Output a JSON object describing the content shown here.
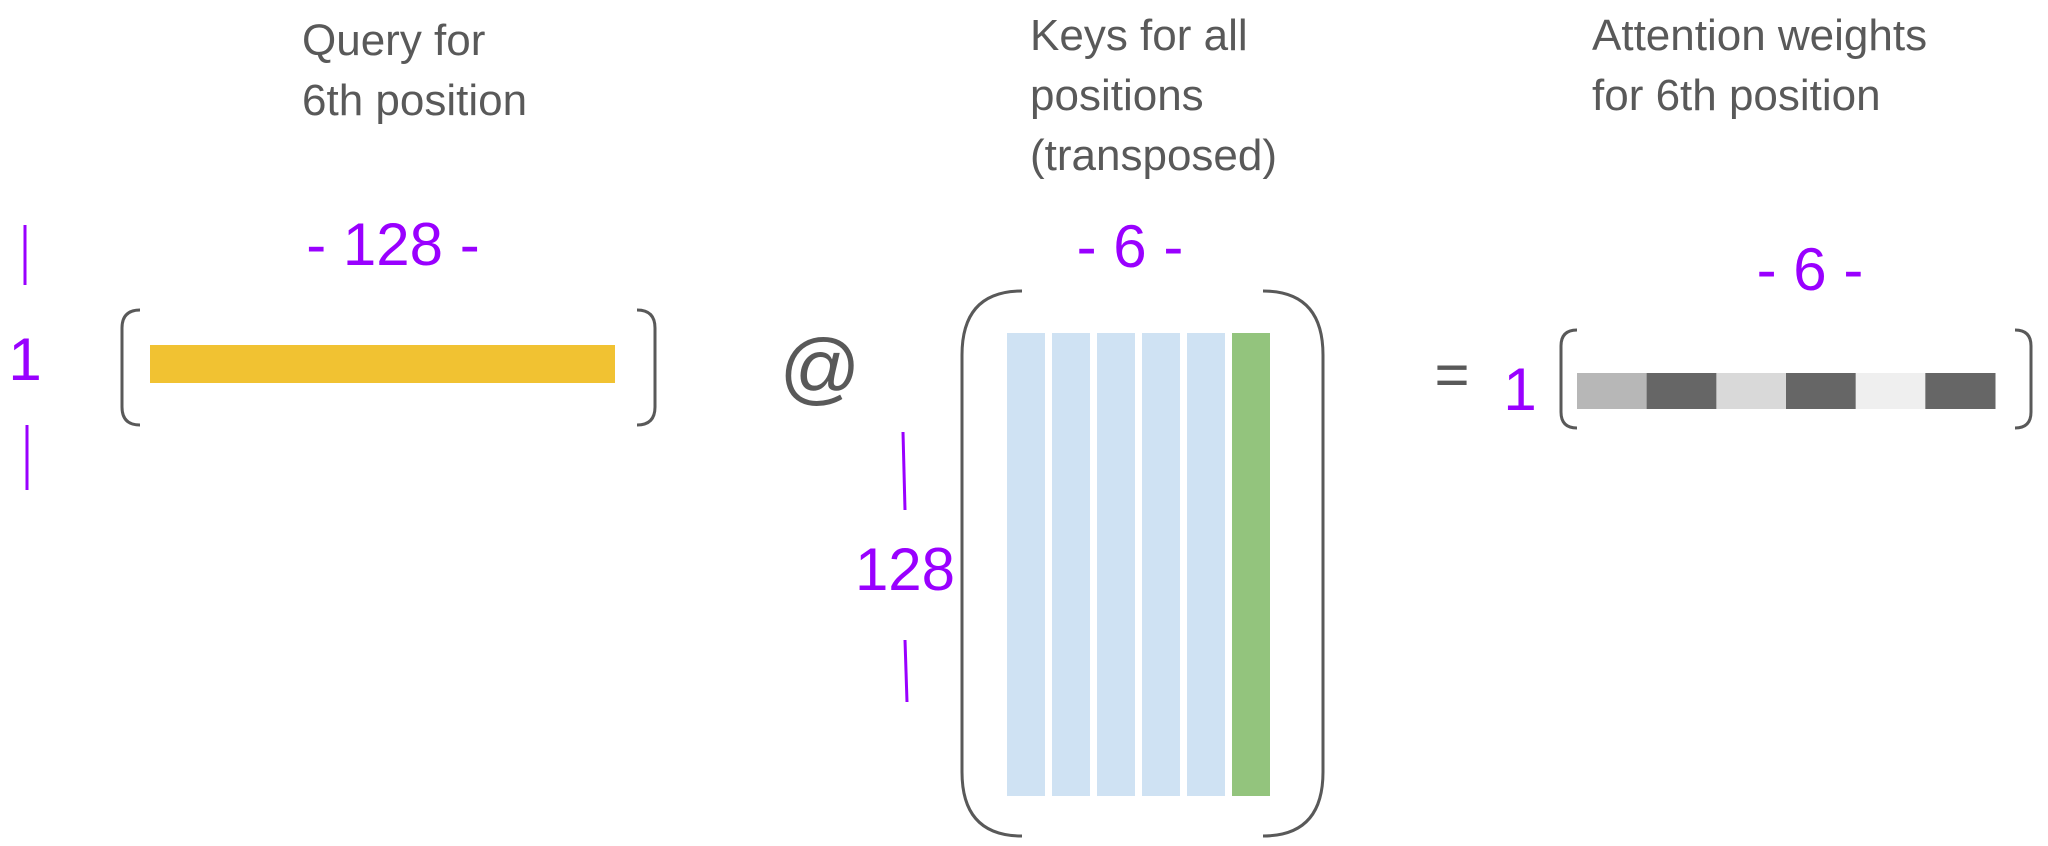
{
  "query": {
    "title_lines": [
      "Query for",
      "6th position"
    ],
    "cols_label": "- 128 -",
    "rows_label": "1",
    "color": "#f1c232"
  },
  "operator_matmul": "@",
  "keys": {
    "title_lines": [
      "Keys for all",
      "positions",
      "(transposed)"
    ],
    "cols_label": "- 6 -",
    "rows_label": "128",
    "column_colors": [
      "#cfe2f3",
      "#cfe2f3",
      "#cfe2f3",
      "#cfe2f3",
      "#cfe2f3",
      "#93c47d"
    ]
  },
  "operator_equals": "=",
  "weights": {
    "title_lines": [
      "Attention weights",
      "for 6th position"
    ],
    "cols_label": "- 6 -",
    "rows_label": "1",
    "cell_colors": [
      "#b7b7b7",
      "#666666",
      "#d9d9d9",
      "#666666",
      "#efefef",
      "#666666"
    ]
  }
}
